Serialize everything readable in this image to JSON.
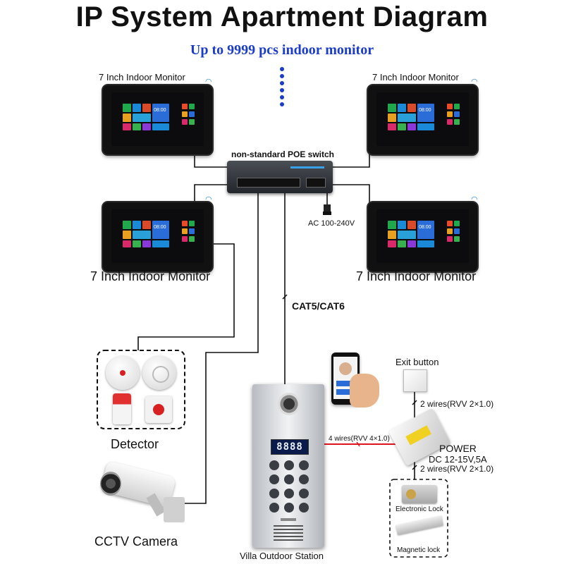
{
  "title": "IP System Apartment Diagram",
  "subtitle": "Up to 9999 pcs indoor monitor",
  "monitors": [
    {
      "label": "7 Inch Indoor Monitor"
    },
    {
      "label": "7 Inch Indoor Monitor"
    },
    {
      "label": "7 Inch Indoor Monitor"
    },
    {
      "label": "7 Inch Indoor Monitor"
    }
  ],
  "screen": {
    "clock": "08:00"
  },
  "poe_switch": {
    "label": "non-standard POE switch",
    "power": "AC 100-240V"
  },
  "cable": {
    "label": "CAT5/CAT6"
  },
  "detector": {
    "label": "Detector"
  },
  "cctv": {
    "label": "CCTV Camera"
  },
  "outdoor_station": {
    "label": "Villa Outdoor Station",
    "display": "8888"
  },
  "exit_button": {
    "label": "Exit button"
  },
  "wires": {
    "exit": "2 wires(RVV 2×1.0)",
    "station": "4 wires(RVV 4×1.0)",
    "lock": "2 wires(RVV 2×1.0)"
  },
  "power": {
    "title": "POWER",
    "spec": "DC 12-15V,5A"
  },
  "locks": {
    "electronic": "Electronic Lock",
    "magnetic": "Magnetic lock"
  },
  "colors": {
    "accent": "#1a3cc8",
    "wire": "#e0141e",
    "wifi": "#2a88d8"
  }
}
